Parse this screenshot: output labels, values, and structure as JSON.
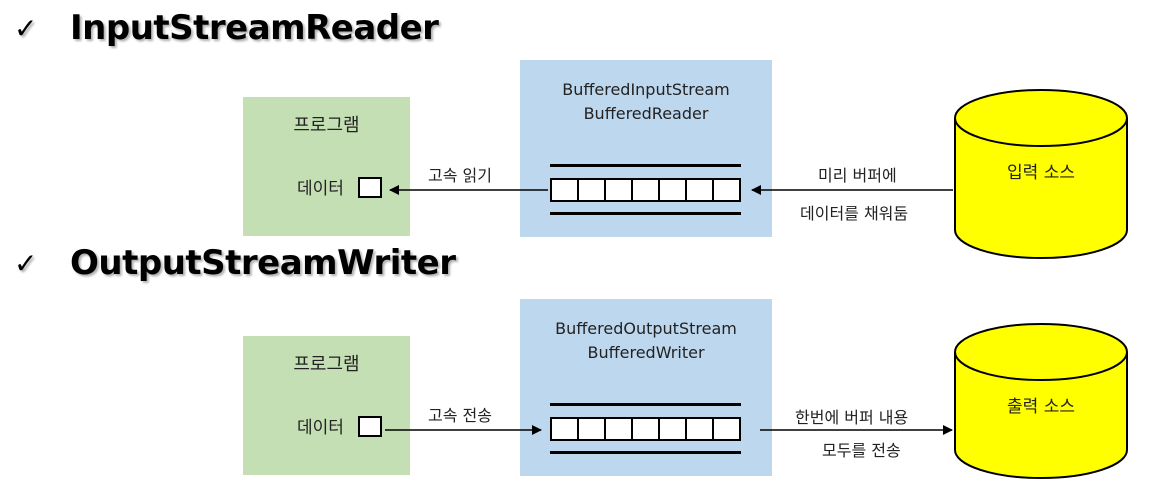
{
  "sections": [
    {
      "heading": "InputStreamReader",
      "program": {
        "title": "프로그램",
        "data_label": "데이터"
      },
      "buffer": {
        "line1": "BufferedInputStream",
        "line2": "BufferedReader"
      },
      "arrow_left_label": "고속 읽기",
      "arrow_right_label_1": "미리 버퍼에",
      "arrow_right_label_2": "데이터를 채워둠",
      "source": "입력 소스"
    },
    {
      "heading": "OutputStreamWriter",
      "program": {
        "title": "프로그램",
        "data_label": "데이터"
      },
      "buffer": {
        "line1": "BufferedOutputStream",
        "line2": "BufferedWriter"
      },
      "arrow_left_label": "고속 전송",
      "arrow_right_label_1": "한번에 버퍼 내용",
      "arrow_right_label_2": "모두를 전송",
      "source": "출력 소스"
    }
  ],
  "check_glyph": "✓",
  "colors": {
    "program_bg": "#c5dfb4",
    "buffer_bg": "#bdd7ee",
    "source_fill": "#ffff00"
  }
}
